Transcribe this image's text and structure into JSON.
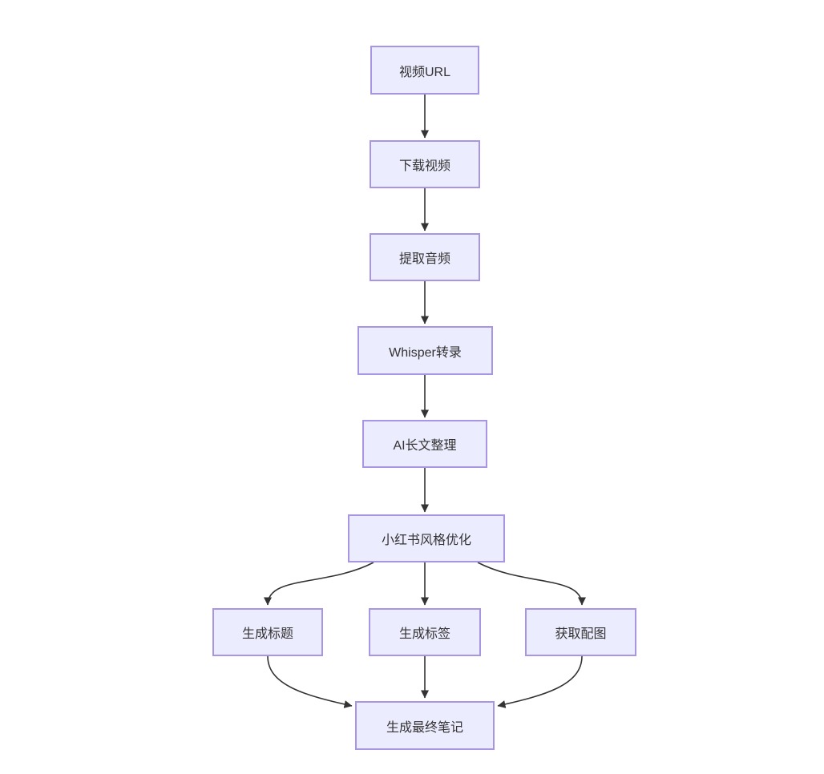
{
  "diagram": {
    "type": "flowchart",
    "direction": "top-down",
    "nodes": [
      {
        "id": "video-url",
        "label": "视频URL"
      },
      {
        "id": "download-video",
        "label": "下载视频"
      },
      {
        "id": "extract-audio",
        "label": "提取音频"
      },
      {
        "id": "whisper-transcribe",
        "label": "Whisper转录"
      },
      {
        "id": "ai-longform-clean",
        "label": "AI长文整理"
      },
      {
        "id": "xiaohongshu-style",
        "label": "小红书风格优化"
      },
      {
        "id": "generate-title",
        "label": "生成标题"
      },
      {
        "id": "generate-tags",
        "label": "生成标签"
      },
      {
        "id": "fetch-images",
        "label": "获取配图"
      },
      {
        "id": "final-note",
        "label": "生成最终笔记"
      }
    ],
    "edges": [
      {
        "from": "视频URL",
        "to": "下载视频"
      },
      {
        "from": "下载视频",
        "to": "提取音频"
      },
      {
        "from": "提取音频",
        "to": "Whisper转录"
      },
      {
        "from": "Whisper转录",
        "to": "AI长文整理"
      },
      {
        "from": "AI长文整理",
        "to": "小红书风格优化"
      },
      {
        "from": "小红书风格优化",
        "to": "生成标题"
      },
      {
        "from": "小红书风格优化",
        "to": "生成标签"
      },
      {
        "from": "小红书风格优化",
        "to": "获取配图"
      },
      {
        "from": "生成标题",
        "to": "生成最终笔记"
      },
      {
        "from": "生成标签",
        "to": "生成最终笔记"
      },
      {
        "from": "获取配图",
        "to": "生成最终笔记"
      }
    ],
    "colors": {
      "node_fill": "#ECECFF",
      "node_border": "#A896E2",
      "node_text": "#333333",
      "edge_stroke": "#333333",
      "background": "#FFFFFF"
    }
  }
}
